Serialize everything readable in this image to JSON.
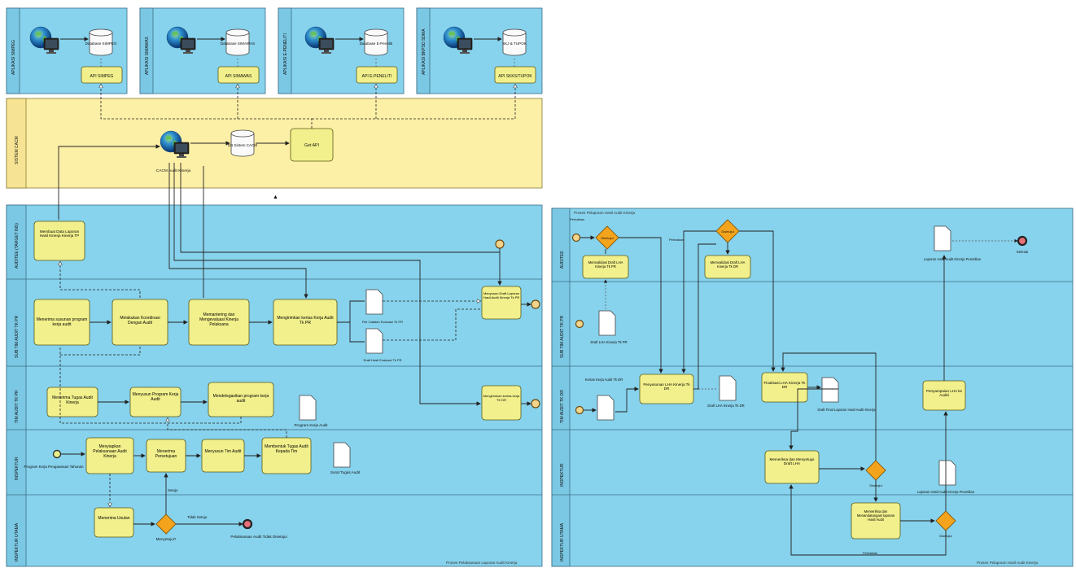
{
  "left": {
    "apps": [
      {
        "lane": "APLIKASI SIMPEG",
        "db": "Database SIMPEG",
        "api": "API SIMPEG"
      },
      {
        "lane": "APLIKASI SIMAWAS",
        "db": "Database SIMAWAS",
        "api": "API SIMAWAS"
      },
      {
        "lane": "APLIKASI E-PENELITI",
        "db": "Database E-Peneliti",
        "api": "API E-PENELITI"
      },
      {
        "lane": "APLIKASI BKPSD SDMA",
        "db": "SKJ & TUPOK",
        "api": "API SKKS/TUPOK"
      }
    ],
    "system": {
      "lane": "SISTEM CACM",
      "app": "CACM Audit Kinerja",
      "db": "DB Sistem CACM",
      "api": "Get API"
    },
    "lanes": [
      "AUDITEE (TARGET INS)",
      "SUB TIM AUDIT TK PR",
      "TIM AUDIT TK PR",
      "INSPEKTUR",
      "INSPEKTUR UTAMA"
    ],
    "tasks": {
      "t1": "Membuat Data Laporan Hasil Kinerja Kinerja TP",
      "t2": "Menerima susunan program kerja audit",
      "t3": "Melakukan Koordinasi Dengan Audit",
      "t4": "Memantering dan Mengevaluasi Kinerja Pelaksana",
      "t5": "Mengirimkan kertas Kerja Audit Tk PR",
      "t6": "Menyusun Draft Laporan Hasil Audit Kinerja Tk PR",
      "t7": "Menerima Tugas Audit Kinerja",
      "t8": "Menyusun Program Kerja Audit",
      "t9": "Mendelegasikan program kerja audit",
      "t10": "Mengirimkan kertas kerja TK DR",
      "t11": "Menyiapkan Pelaksanaan Audit Kinerja",
      "t12": "Menerima Persetujuan",
      "t13": "Menyusun Tim Audit",
      "t14": "Membentuk Tugas Audit Kepada Tim",
      "t15": "Menerima Usulan"
    },
    "labels": {
      "doc1": "File Catatan Evaluasi Tk PR",
      "doc2": "Draft Hasil Evaluasi Tk PR",
      "doc3": "Program Kerja Audit",
      "doc4": "Surat Tugas Audit",
      "start": "Program Kerja Pengawasan Tahunan",
      "gw": "Menyetujui?",
      "yes": "Setuju",
      "no": "Tidak Setuju",
      "end": "Pelaksanaan Audit Tidak Disetujui",
      "title": "Proses Pendaftaran Laporan Audit Kinerja",
      "footer": "Proses Pelaksanaan Laporan Audit Kinerja"
    }
  },
  "right": {
    "title": "Proses Pelaporan Hasil Audit Kinerja",
    "lanes": [
      "AUDITEE",
      "SUB TIM AUDIT TK PR",
      "TIM AUDIT TK DR",
      "INSPEKTUR",
      "INSPEKTUR UTAMA"
    ],
    "tasks": {
      "r1": "Memvalidasi Draft LHA Kinerja Tk PR",
      "r2": "Memvalidasi Draft LHA Kinerja Tk DR",
      "r3": "Penyusunan LHA Kinerja Tk DR",
      "r4": "Finalisasi LHA Kinerja Tk DR",
      "r5": "Penyampaian LHA ke Auditi",
      "r6": "Memeriksa dan Menyetujui Draft LHA",
      "r7": "Memeriksa dan Menandatangani laporan Hasil Audit"
    },
    "labels": {
      "gw1": "Disetujui",
      "gw2": "Disetujui",
      "revisi": "Perbaikan",
      "doc_a": "Draft LHA Kinerja Tk PR",
      "doc_b": "Kertas Kerja Audit Tk DR",
      "doc_c": "Draft LHA Kinerja Tk DR",
      "doc_d": "Draft Final Laporan Hasil Audit Kinerja",
      "doc_e": "Laporan Hasil Audit Kinerja Penetilian",
      "doc_f": "Laporan Hasil Audit Kinerja Penetilian",
      "end": "Selesai",
      "gw3": "Disetujui",
      "gw4": "Disetujui",
      "perbaikan": "Perbaikan",
      "footer": "Proses Pelaporan Hasil Audit Kinerja"
    }
  },
  "colors": {
    "lane_blue": "#87d2ec",
    "lane_yellow": "#fcefa6",
    "task": "#f2f08c",
    "gateway": "#f4a41c",
    "end": "#e8707a"
  }
}
